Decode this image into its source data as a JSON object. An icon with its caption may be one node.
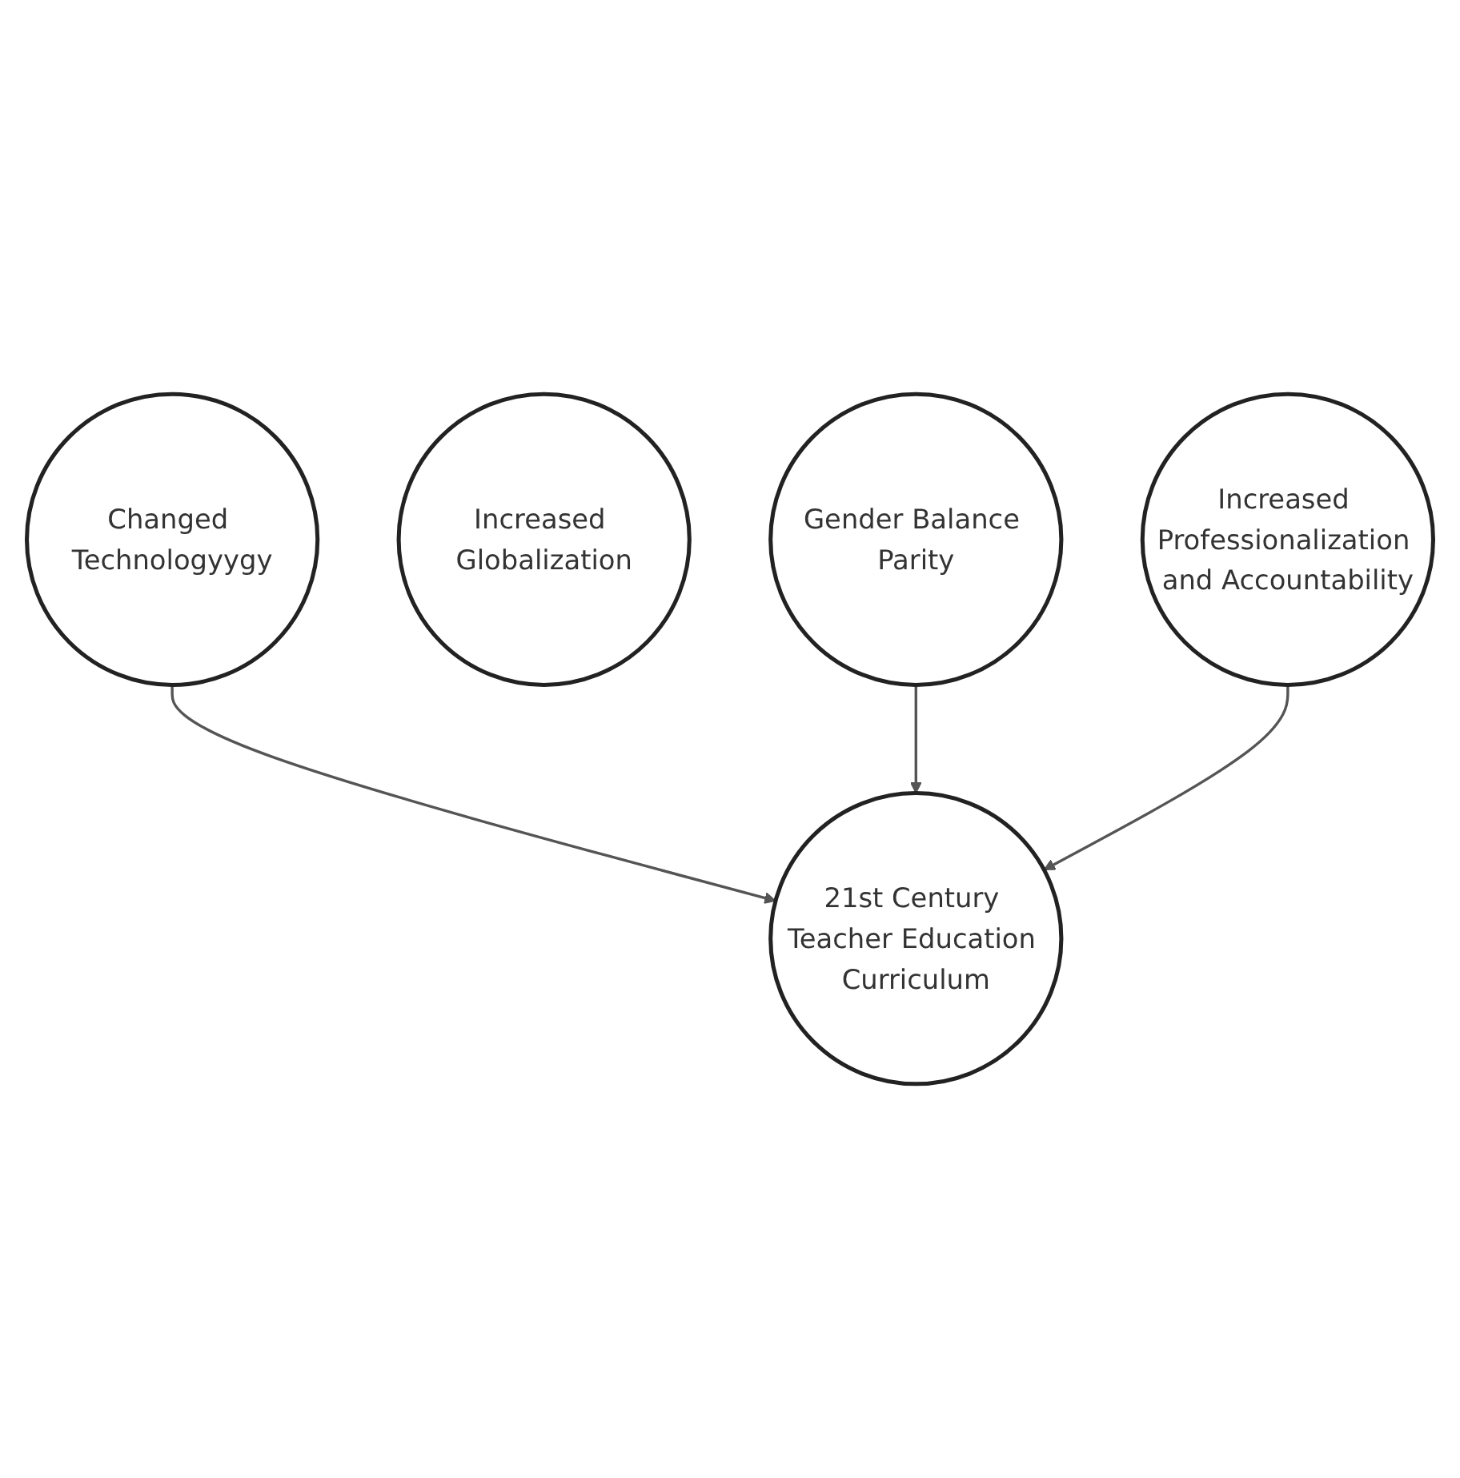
{
  "diagram": {
    "nodes": [
      {
        "text": [
          "Changed Technologyygy"
        ]
      },
      {
        "text": [
          "21st Century Teacher Education Curriculum"
        ]
      },
      {
        "text": [
          "Increased Globalization"
        ]
      },
      {
        "text": [
          "Gender Balance Parity"
        ]
      },
      {
        "text": [
          "Increased Professionalization and Accountability"
        ]
      }
    ],
    "edges": [
      {
        "from": 0,
        "to": 1,
        "arrow": "to"
      },
      {
        "from": 3,
        "to": 1,
        "arrow": "to"
      },
      {
        "from": 4,
        "to": 1,
        "arrow": "to"
      }
    ]
  }
}
